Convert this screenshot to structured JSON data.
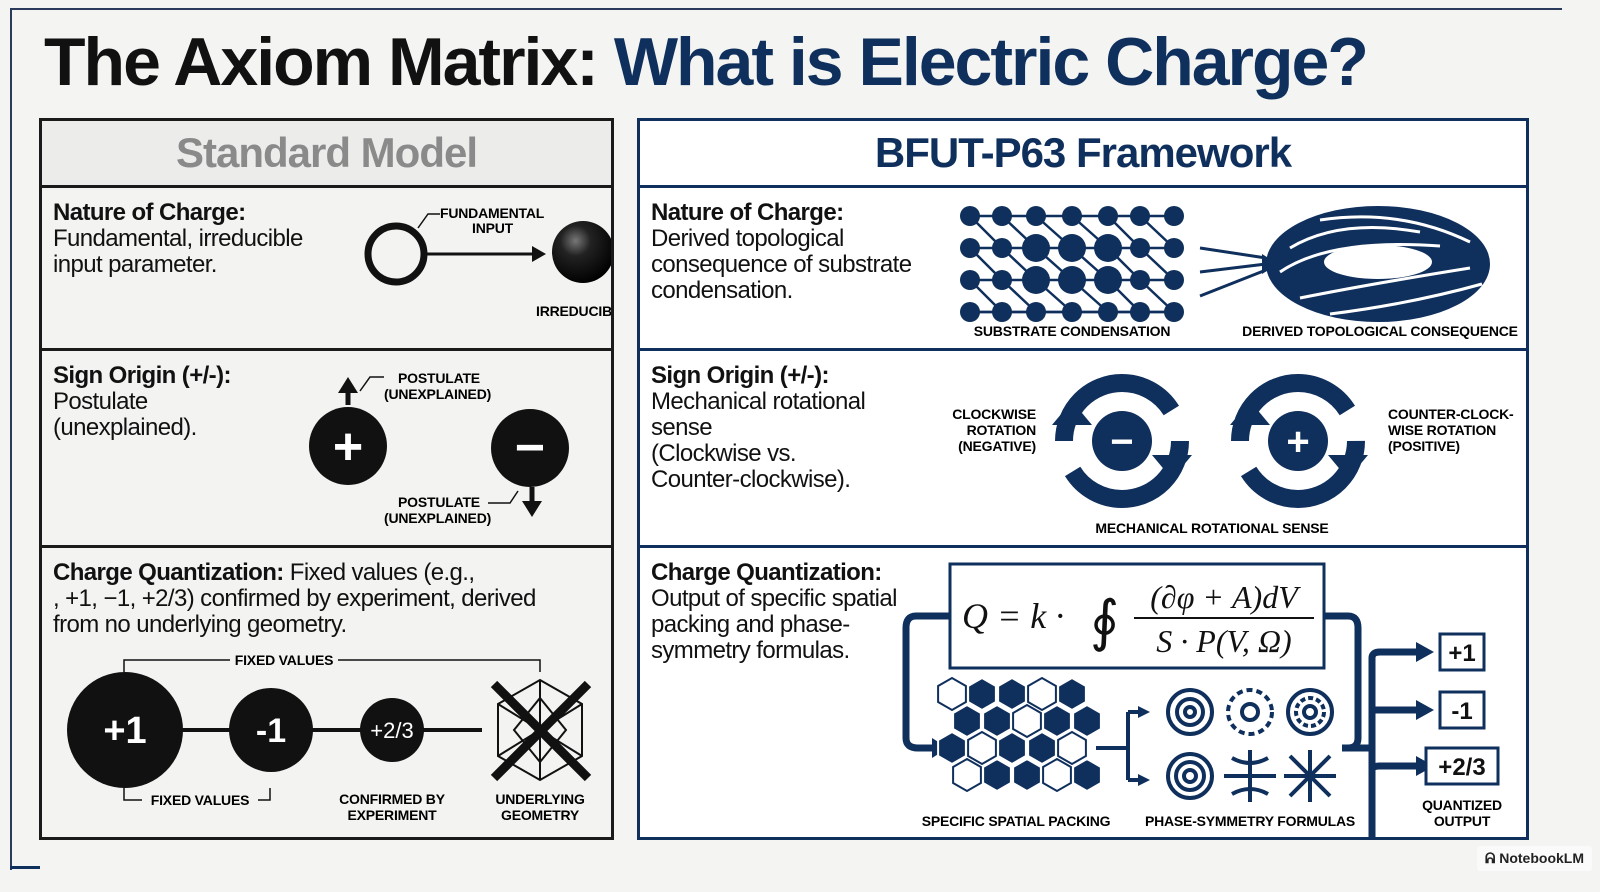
{
  "title": {
    "part1": "The Axiom Matrix:",
    "part2": "What is Electric Charge?"
  },
  "colors": {
    "navy": "#0f2f5c",
    "black": "#111111",
    "grey_header": "#8a8a8a"
  },
  "left": {
    "heading": "Standard Model",
    "nature": {
      "label": "Nature of Charge:",
      "text_lines": [
        "Fundamental, irreducible",
        "input parameter."
      ],
      "tag_input": [
        "FUNDAMENTAL",
        "INPUT"
      ],
      "tag_irreducible": "IRREDUCIBLE"
    },
    "sign": {
      "label": "Sign Origin (+/-):",
      "text_lines": [
        "Postulate",
        "(unexplained)."
      ],
      "tag_top": [
        "POSTULATE",
        "(UNEXPLAINED)"
      ],
      "tag_bottom": [
        "POSTULATE",
        "(UNEXPLAINED)"
      ],
      "plus": "+",
      "minus": "−"
    },
    "quant": {
      "label": "Charge Quantization:",
      "text_first": " Fixed values (e.g.,",
      "text_lines": [
        ", +1, −1, +2/3) confirmed by experiment, derived",
        "from no underlying geometry."
      ],
      "fixed_values_top": "FIXED VALUES",
      "fixed_values_bottom": "FIXED VALUES",
      "values": [
        "+1",
        "-1",
        "+2/3"
      ],
      "confirmed": [
        "CONFIRMED BY",
        "EXPERIMENT"
      ],
      "geometry": [
        "UNDERLYING",
        "GEOMETRY"
      ]
    }
  },
  "right": {
    "heading": "BFUT-P63 Framework",
    "nature": {
      "label": "Nature of Charge:",
      "text_lines": [
        "Derived topological",
        "consequence of substrate",
        "condensation."
      ],
      "cap_left": "SUBSTRATE CONDENSATION",
      "cap_right": "DERIVED TOPOLOGICAL CONSEQUENCE"
    },
    "sign": {
      "label": "Sign Origin (+/-):",
      "text_lines": [
        "Mechanical rotational",
        "sense",
        "(Clockwise vs.",
        "Counter-clockwise)."
      ],
      "cw": [
        "CLOCKWISE",
        "ROTATION",
        "(NEGATIVE)"
      ],
      "ccw": [
        "COUNTER-CLOCK-",
        "WISE ROTATION",
        "(POSITIVE)"
      ],
      "caption": "MECHANICAL ROTATIONAL SENSE",
      "minus": "−",
      "plus": "+"
    },
    "quant": {
      "label": "Charge Quantization:",
      "text_lines": [
        "Output of specific spatial",
        "packing and phase-",
        "symmetry formulas."
      ],
      "formula": {
        "lhs": "Q = k ·",
        "integral": "∮",
        "numerator": "(∂φ + A)dV",
        "denominator": "S · P(V, Ω)"
      },
      "cap_packing": "SPECIFIC SPATIAL PACKING",
      "cap_phase": "PHASE-SYMMETRY FORMULAS",
      "outputs": [
        "+1",
        "-1",
        "+2/3"
      ],
      "output_caption": [
        "QUANTIZED",
        "OUTPUT"
      ]
    }
  },
  "brand": "NotebookLM"
}
